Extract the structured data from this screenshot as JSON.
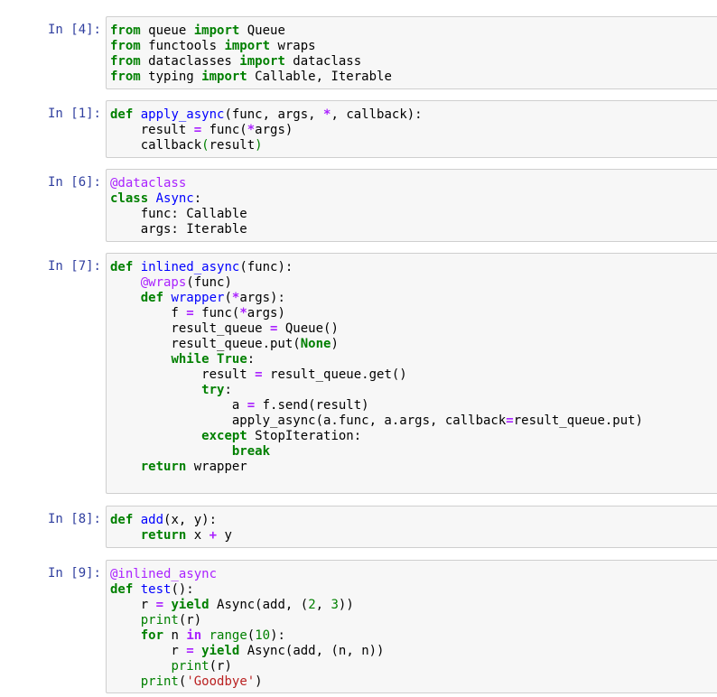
{
  "cells": [
    {
      "prompt": "In [4]:",
      "lines": [
        [
          [
            "kw",
            "from"
          ],
          [
            "t",
            " queue "
          ],
          [
            "kw",
            "import"
          ],
          [
            "t",
            " Queue"
          ]
        ],
        [
          [
            "kw",
            "from"
          ],
          [
            "t",
            " functools "
          ],
          [
            "kw",
            "import"
          ],
          [
            "t",
            " wraps"
          ]
        ],
        [
          [
            "kw",
            "from"
          ],
          [
            "t",
            " dataclasses "
          ],
          [
            "kw",
            "import"
          ],
          [
            "t",
            " dataclass"
          ]
        ],
        [
          [
            "kw",
            "from"
          ],
          [
            "t",
            " typing "
          ],
          [
            "kw",
            "import"
          ],
          [
            "t",
            " Callable, Iterable"
          ]
        ]
      ]
    },
    {
      "prompt": "In [1]:",
      "lines": [
        [
          [
            "kw",
            "def"
          ],
          [
            "t",
            " "
          ],
          [
            "fn",
            "apply_async"
          ],
          [
            "t",
            "(func, args, "
          ],
          [
            "op",
            "*"
          ],
          [
            "t",
            ", callback):"
          ]
        ],
        [
          [
            "t",
            "    result "
          ],
          [
            "op",
            "="
          ],
          [
            "t",
            " func("
          ],
          [
            "op",
            "*"
          ],
          [
            "t",
            "args)"
          ]
        ],
        [
          [
            "t",
            "    callback"
          ],
          [
            "brk",
            "("
          ],
          [
            "t",
            "result"
          ],
          [
            "brk",
            ")"
          ]
        ]
      ]
    },
    {
      "prompt": "In [6]:",
      "lines": [
        [
          [
            "dec",
            "@dataclass"
          ]
        ],
        [
          [
            "kw",
            "class"
          ],
          [
            "t",
            " "
          ],
          [
            "cls",
            "Async"
          ],
          [
            "t",
            ":"
          ]
        ],
        [
          [
            "t",
            "    func: Callable"
          ]
        ],
        [
          [
            "t",
            "    args: Iterable"
          ]
        ]
      ]
    },
    {
      "prompt": "In [7]:",
      "lines": [
        [
          [
            "kw",
            "def"
          ],
          [
            "t",
            " "
          ],
          [
            "fn",
            "inlined_async"
          ],
          [
            "t",
            "(func):"
          ]
        ],
        [
          [
            "t",
            "    "
          ],
          [
            "dec",
            "@wraps"
          ],
          [
            "t",
            "(func)"
          ]
        ],
        [
          [
            "t",
            "    "
          ],
          [
            "kw",
            "def"
          ],
          [
            "t",
            " "
          ],
          [
            "fn",
            "wrapper"
          ],
          [
            "t",
            "("
          ],
          [
            "op",
            "*"
          ],
          [
            "t",
            "args):"
          ]
        ],
        [
          [
            "t",
            "        f "
          ],
          [
            "op",
            "="
          ],
          [
            "t",
            " func("
          ],
          [
            "op",
            "*"
          ],
          [
            "t",
            "args)"
          ]
        ],
        [
          [
            "t",
            "        result_queue "
          ],
          [
            "op",
            "="
          ],
          [
            "t",
            " Queue()"
          ]
        ],
        [
          [
            "t",
            "        result_queue.put("
          ],
          [
            "kw",
            "None"
          ],
          [
            "t",
            ")"
          ]
        ],
        [
          [
            "t",
            "        "
          ],
          [
            "kw",
            "while"
          ],
          [
            "t",
            " "
          ],
          [
            "kw",
            "True"
          ],
          [
            "t",
            ":"
          ]
        ],
        [
          [
            "t",
            "            result "
          ],
          [
            "op",
            "="
          ],
          [
            "t",
            " result_queue.get()"
          ]
        ],
        [
          [
            "t",
            "            "
          ],
          [
            "kw",
            "try"
          ],
          [
            "t",
            ":"
          ]
        ],
        [
          [
            "t",
            "                a "
          ],
          [
            "op",
            "="
          ],
          [
            "t",
            " f.send(result)"
          ]
        ],
        [
          [
            "t",
            "                apply_async(a.func, a.args, callback"
          ],
          [
            "op",
            "="
          ],
          [
            "t",
            "result_queue.put)"
          ]
        ],
        [
          [
            "t",
            "            "
          ],
          [
            "kw",
            "except"
          ],
          [
            "t",
            " StopIteration:"
          ]
        ],
        [
          [
            "t",
            "                "
          ],
          [
            "kw",
            "break"
          ]
        ],
        [
          [
            "t",
            "    "
          ],
          [
            "kw",
            "return"
          ],
          [
            "t",
            " wrapper"
          ]
        ],
        [
          [
            "t",
            ""
          ]
        ]
      ]
    },
    {
      "prompt": "In [8]:",
      "lines": [
        [
          [
            "kw",
            "def"
          ],
          [
            "t",
            " "
          ],
          [
            "fn",
            "add"
          ],
          [
            "t",
            "(x, y):"
          ]
        ],
        [
          [
            "t",
            "    "
          ],
          [
            "kw",
            "return"
          ],
          [
            "t",
            " x "
          ],
          [
            "op",
            "+"
          ],
          [
            "t",
            " y"
          ]
        ]
      ]
    },
    {
      "prompt": "In [9]:",
      "lines": [
        [
          [
            "dec",
            "@inlined_async"
          ]
        ],
        [
          [
            "kw",
            "def"
          ],
          [
            "t",
            " "
          ],
          [
            "fn",
            "test"
          ],
          [
            "t",
            "():"
          ]
        ],
        [
          [
            "t",
            "    r "
          ],
          [
            "op",
            "="
          ],
          [
            "t",
            " "
          ],
          [
            "kw",
            "yield"
          ],
          [
            "t",
            " Async(add, ("
          ],
          [
            "num",
            "2"
          ],
          [
            "t",
            ", "
          ],
          [
            "num",
            "3"
          ],
          [
            "t",
            "))"
          ]
        ],
        [
          [
            "t",
            "    "
          ],
          [
            "bi",
            "print"
          ],
          [
            "t",
            "(r)"
          ]
        ],
        [
          [
            "t",
            "    "
          ],
          [
            "kw",
            "for"
          ],
          [
            "t",
            " n "
          ],
          [
            "op",
            "in"
          ],
          [
            "t",
            " "
          ],
          [
            "bi",
            "range"
          ],
          [
            "t",
            "("
          ],
          [
            "num",
            "10"
          ],
          [
            "t",
            "):"
          ]
        ],
        [
          [
            "t",
            "        r "
          ],
          [
            "op",
            "="
          ],
          [
            "t",
            " "
          ],
          [
            "kw",
            "yield"
          ],
          [
            "t",
            " Async(add, (n, n))"
          ]
        ],
        [
          [
            "t",
            "        "
          ],
          [
            "bi",
            "print"
          ],
          [
            "t",
            "(r)"
          ]
        ],
        [
          [
            "t",
            "    "
          ],
          [
            "bi",
            "print"
          ],
          [
            "t",
            "("
          ],
          [
            "str",
            "'Goodbye'"
          ],
          [
            "t",
            ")"
          ]
        ]
      ]
    }
  ]
}
